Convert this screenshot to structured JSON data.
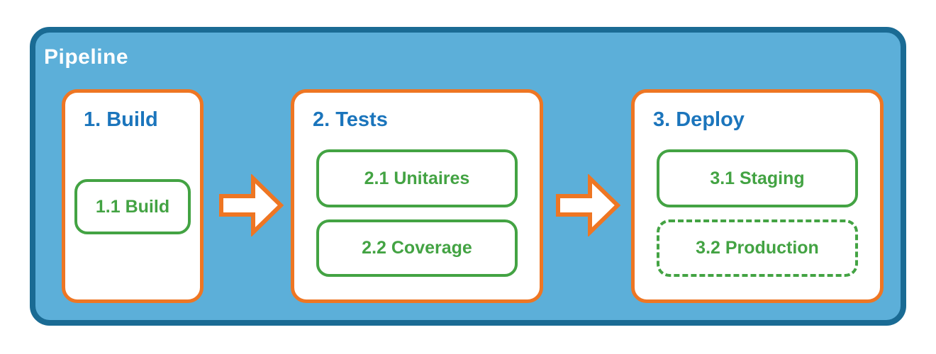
{
  "diagram": {
    "title": "Pipeline",
    "stages": [
      {
        "title": "1. Build",
        "tasks": [
          {
            "label": "1.1 Build",
            "border": "solid"
          }
        ]
      },
      {
        "title": "2. Tests",
        "tasks": [
          {
            "label": "2.1 Unitaires",
            "border": "solid"
          },
          {
            "label": "2.2 Coverage",
            "border": "solid"
          }
        ]
      },
      {
        "title": "3. Deploy",
        "tasks": [
          {
            "label": "3.1 Staging",
            "border": "solid"
          },
          {
            "label": "3.2 Production",
            "border": "dashed"
          }
        ]
      }
    ],
    "arrows": [
      {
        "icon": "arrow-right-icon"
      },
      {
        "icon": "arrow-right-icon"
      }
    ],
    "colors": {
      "container_fill": "#5CAFD9",
      "container_border": "#1A6B94",
      "stage_card_fill": "#FFFFFF",
      "stage_card_border": "#EE7623",
      "stage_title_text": "#1B75BC",
      "task_border": "#43A343",
      "task_text": "#43A343",
      "pipeline_title_text": "#FFFFFF",
      "arrow_fill": "#FFFFFF",
      "arrow_stroke": "#EE7623"
    }
  }
}
